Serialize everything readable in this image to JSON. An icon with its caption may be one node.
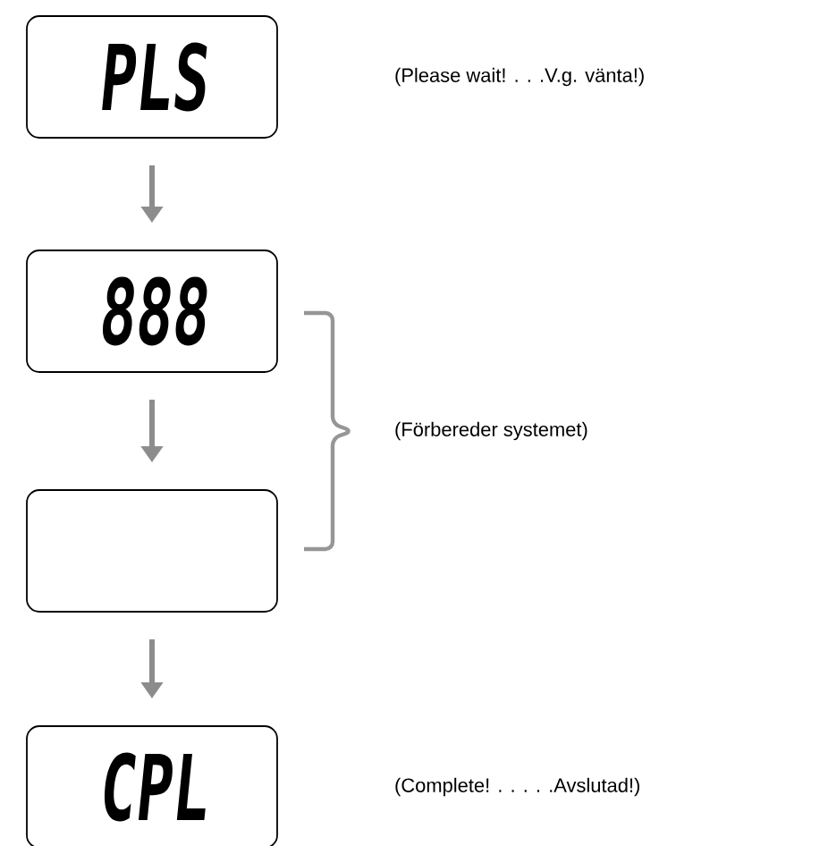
{
  "diagram": {
    "nodes": [
      {
        "text": [
          "PLS"
        ]
      },
      {
        "text": [
          "888"
        ]
      },
      {
        "text": [],
        "shape": "box"
      },
      {
        "text": [
          "CPL"
        ]
      }
    ],
    "edges": [
      {
        "from": 0,
        "to": 1,
        "arrow": "to"
      },
      {
        "from": 1,
        "to": 2,
        "arrow": "to"
      },
      {
        "from": 2,
        "to": 3,
        "arrow": "to"
      }
    ],
    "labels": [
      "(Please wait!  . . .V.g. vänta!)",
      "(Förbereder systemet)",
      "(Complete! . . . . .Avslutad!)"
    ]
  }
}
